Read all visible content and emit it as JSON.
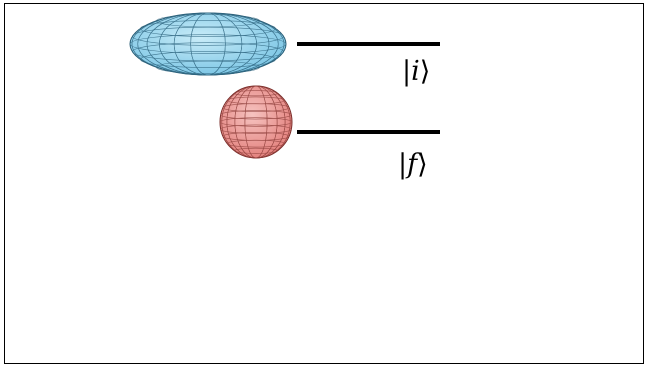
{
  "states": [
    {
      "id": "i",
      "label_open": "|",
      "label_symbol": "i",
      "label_close": "⟩",
      "shape": "oblate-spheroid",
      "color": "#8fd0ea"
    },
    {
      "id": "f",
      "label_open": "|",
      "label_symbol": "f",
      "label_close": "⟩",
      "shape": "sphere",
      "color": "#ec8f8b"
    }
  ]
}
